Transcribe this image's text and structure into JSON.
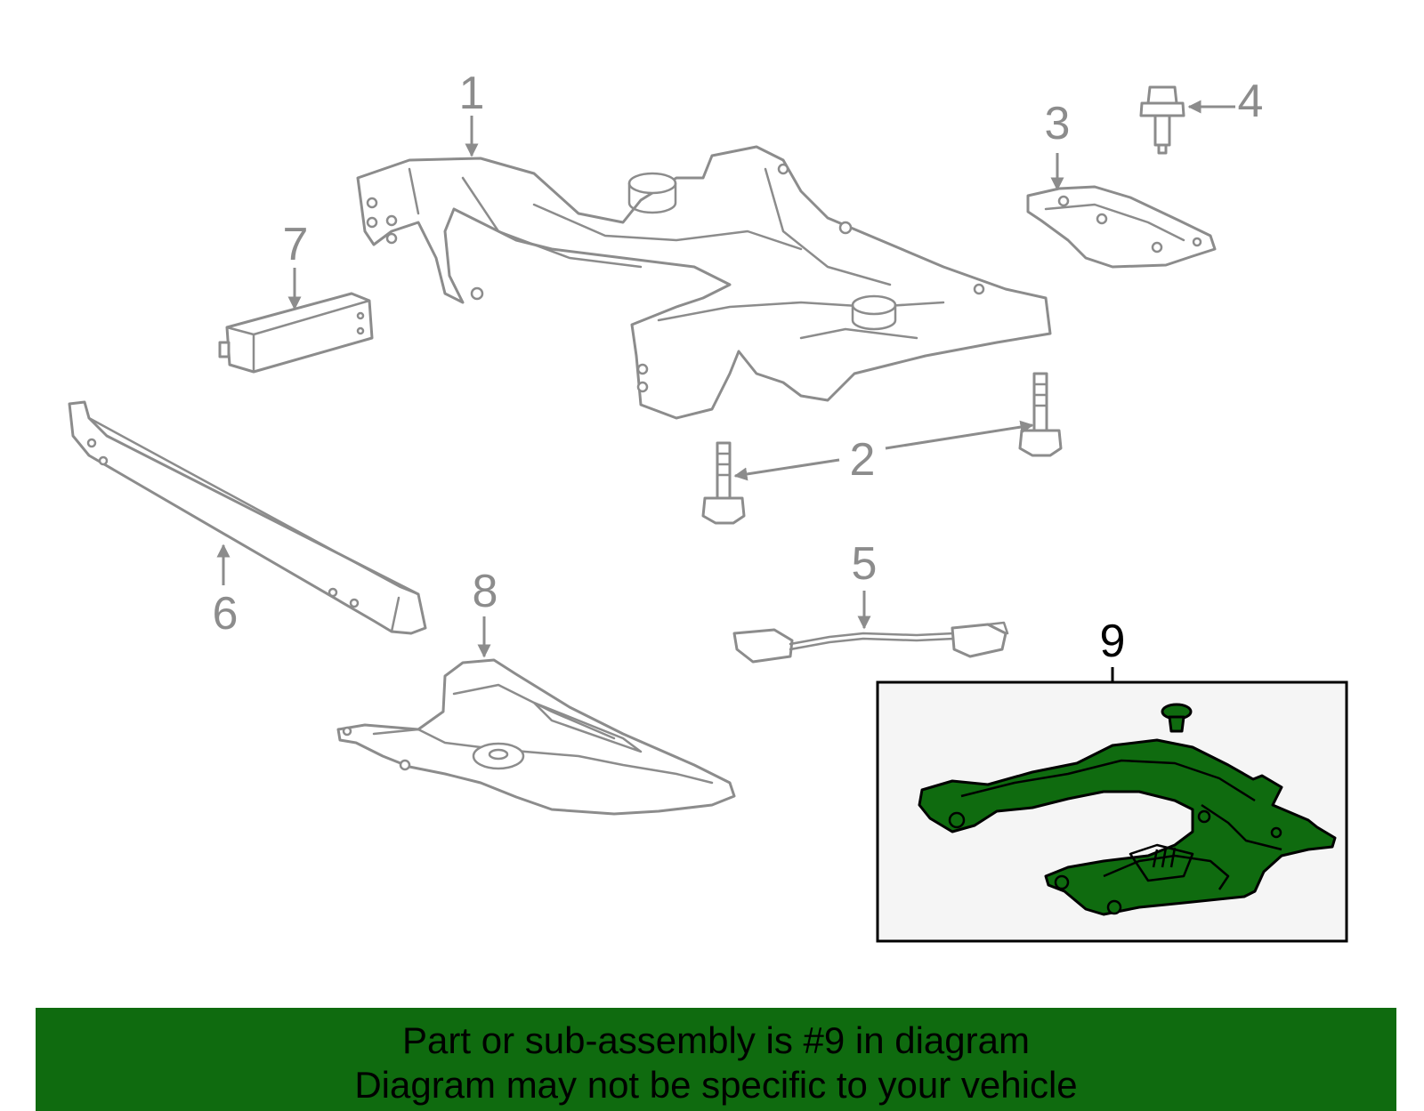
{
  "callouts": {
    "c1": "1",
    "c2": "2",
    "c3": "3",
    "c4": "4",
    "c5": "5",
    "c6": "6",
    "c7": "7",
    "c8": "8",
    "c9": "9"
  },
  "banner": {
    "line1": "Part or sub-assembly is #9 in diagram",
    "line2": "Diagram may not be specific to your vehicle"
  },
  "colors": {
    "highlight": "#0f6b0f",
    "line_art": "#8c8c8c",
    "inset_background": "#f5f5f5"
  }
}
